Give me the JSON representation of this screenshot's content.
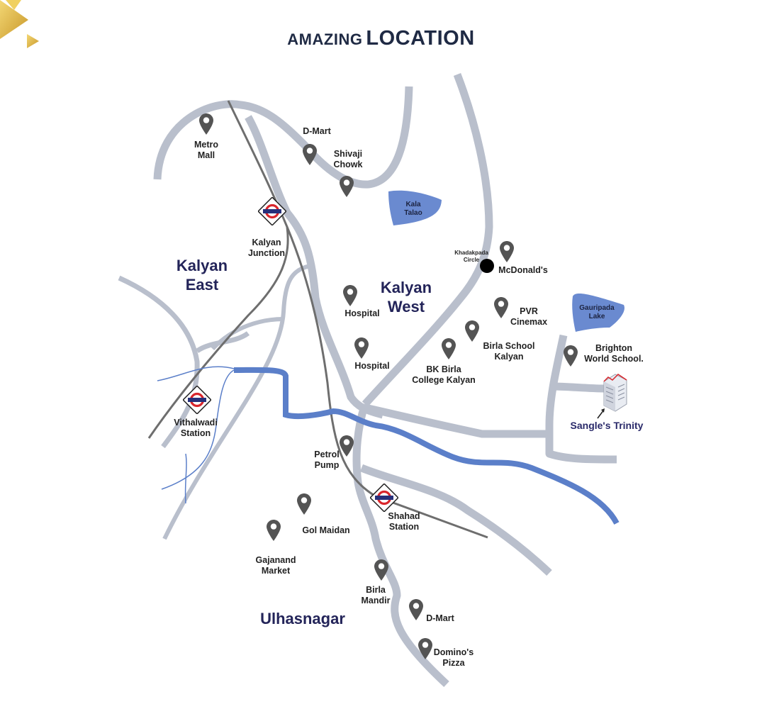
{
  "title": {
    "part1": "AMAZING",
    "part2": "LOCATION"
  },
  "colors": {
    "road": "#b9bfcc",
    "rail": "#6e6e6e",
    "river": "#5b7fc9",
    "lake": "#6a8ad0",
    "pin": "#545454",
    "area_text": "#232459",
    "title_text": "#1f2a44",
    "logo_gold": "#e2b93b"
  },
  "areas": [
    {
      "id": "kalyan-east",
      "lines": [
        "Kalyan",
        "East"
      ]
    },
    {
      "id": "kalyan-west",
      "lines": [
        "Kalyan",
        "West"
      ]
    },
    {
      "id": "ulhasnagar",
      "lines": [
        "Ulhasnagar"
      ]
    }
  ],
  "lakes": [
    {
      "id": "kala-talao",
      "lines": [
        "Kala",
        "Talao"
      ]
    },
    {
      "id": "gauripada-lake",
      "lines": [
        "Gauripada",
        "Lake"
      ]
    }
  ],
  "stations": [
    {
      "id": "kalyan-junction",
      "lines": [
        "Kalyan",
        "Junction"
      ]
    },
    {
      "id": "vithalwadi-station",
      "lines": [
        "Vithalwadi",
        "Station"
      ]
    },
    {
      "id": "shahad-station",
      "lines": [
        "Shahad",
        "Station"
      ]
    }
  ],
  "landmarks": [
    {
      "id": "metro-mall",
      "lines": [
        "Metro",
        "Mall"
      ]
    },
    {
      "id": "d-mart-north",
      "lines": [
        "D-Mart"
      ]
    },
    {
      "id": "shivaji-chowk",
      "lines": [
        "Shivaji",
        "Chowk"
      ]
    },
    {
      "id": "khadakpada-circle",
      "lines": [
        "Khadakpada",
        "Circle"
      ]
    },
    {
      "id": "mcdonalds",
      "lines": [
        "McDonald's"
      ]
    },
    {
      "id": "hospital-1",
      "lines": [
        "Hospital"
      ]
    },
    {
      "id": "hospital-2",
      "lines": [
        "Hospital"
      ]
    },
    {
      "id": "pvr-cinemax",
      "lines": [
        "PVR",
        "Cinemax"
      ]
    },
    {
      "id": "birla-school",
      "lines": [
        "Birla School",
        "Kalyan"
      ]
    },
    {
      "id": "bk-birla-college",
      "lines": [
        "BK Birla",
        "College Kalyan"
      ]
    },
    {
      "id": "brighton-school",
      "lines": [
        "Brighton",
        "World School."
      ]
    },
    {
      "id": "petrol-pump",
      "lines": [
        "Petrol",
        "Pump"
      ]
    },
    {
      "id": "gol-maidan",
      "lines": [
        "Gol Maidan"
      ]
    },
    {
      "id": "gajanand-market",
      "lines": [
        "Gajanand",
        "Market"
      ]
    },
    {
      "id": "birla-mandir",
      "lines": [
        "Birla",
        "Mandir"
      ]
    },
    {
      "id": "d-mart-south",
      "lines": [
        "D-Mart"
      ]
    },
    {
      "id": "dominos",
      "lines": [
        "Domino's",
        "Pizza"
      ]
    }
  ],
  "project": {
    "name": "Sangle's Trinity"
  }
}
